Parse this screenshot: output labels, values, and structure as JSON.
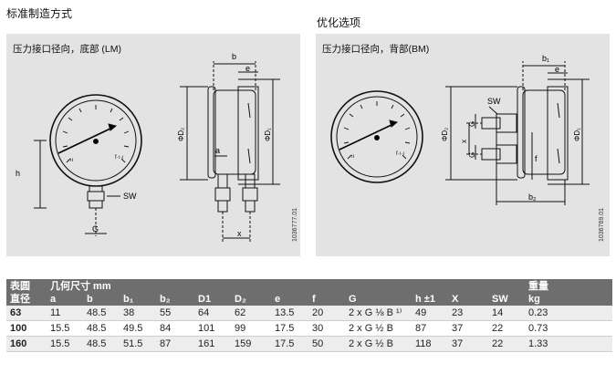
{
  "titles": {
    "standard": "标准制造方式",
    "optimized": "优化选项"
  },
  "panels": {
    "lm": {
      "caption": "压力接口径向，底部 (LM)",
      "code": "1036777.01",
      "labels": {
        "b": "b",
        "e": "e",
        "d2": "ΦD₂",
        "d1": "ΦD₁",
        "a": "a",
        "x": "x",
        "h": "h",
        "sw": "SW",
        "g": "G"
      }
    },
    "bm": {
      "caption": "压力接口径向，背部(BM)",
      "code": "1036769.01",
      "labels": {
        "b1": "b₁",
        "e": "e",
        "d2": "ΦD₂",
        "d1": "ΦD₁",
        "sw": "SW",
        "g1": "G",
        "g2": "G",
        "x": "x",
        "f": "f",
        "b2": "b₂"
      }
    }
  },
  "table": {
    "header_row1": [
      "表圆",
      "几何尺寸 mm",
      "重量"
    ],
    "header_row2": [
      "直径",
      "a",
      "b",
      "b₁",
      "b₂",
      "D1",
      "D₂",
      "e",
      "f",
      "G",
      "h ±1",
      "X",
      "SW",
      "kg"
    ],
    "rows": [
      [
        "63",
        "11",
        "48.5",
        "38",
        "55",
        "64",
        "62",
        "13.5",
        "20",
        "2 x G ⅛ B ¹⁾",
        "49",
        "23",
        "14",
        "0.23"
      ],
      [
        "100",
        "15.5",
        "48.5",
        "49.5",
        "84",
        "101",
        "99",
        "17.5",
        "30",
        "2 x G ½ B",
        "87",
        "37",
        "22",
        "0.73"
      ],
      [
        "160",
        "15.5",
        "48.5",
        "51.5",
        "87",
        "161",
        "159",
        "17.5",
        "50",
        "2 x G ½ B",
        "118",
        "37",
        "22",
        "1.33"
      ]
    ]
  },
  "colors": {
    "panel_bg": "#e3e3e3",
    "table_header_bg": "#6e6e6e",
    "needle": "#000000"
  }
}
